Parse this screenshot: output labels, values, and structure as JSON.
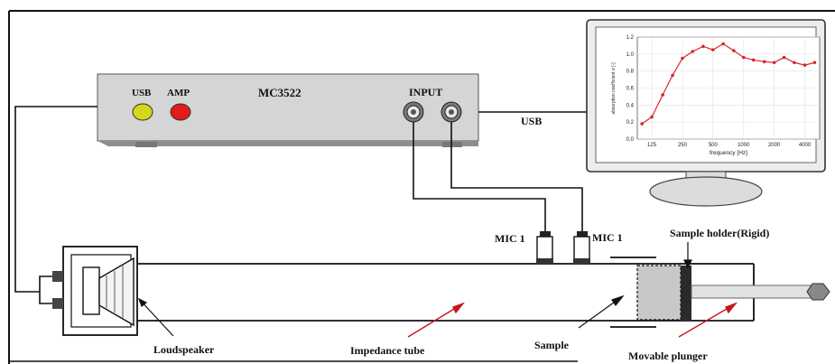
{
  "device": {
    "model": "MC3522",
    "usb_label": "USB",
    "amp_label": "AMP",
    "input_label": "INPUT",
    "usb_led_color": "#d6d61a",
    "amp_led_color": "#e21b1b"
  },
  "cable_usb_label": "USB",
  "labels": {
    "mic_left": "MIC 1",
    "mic_right": "MIC 1",
    "sample_holder": "Sample holder(Rigid)",
    "loudspeaker": "Loudspeaker",
    "impedance_tube": "Impedance tube",
    "sample": "Sample",
    "movable_plunger": "Movable plunger"
  },
  "chart_data": {
    "type": "line",
    "xlabel": "frequency [Hz]",
    "ylabel": "absorption coefficient α [-]",
    "x_ticks": [
      "125",
      "250",
      "500",
      "1000",
      "2000",
      "4000"
    ],
    "y_ticks": [
      "0.0",
      "0.2",
      "0.4",
      "0.6",
      "0.8",
      "1.0",
      "1.2"
    ],
    "ylim": [
      0,
      1.2
    ],
    "x_scale": "log",
    "color": "#d8262b",
    "series": [
      {
        "x": [
          100,
          125,
          160,
          200,
          250,
          315,
          400,
          500,
          630,
          800,
          1000,
          1250,
          1600,
          2000,
          2500,
          3150,
          4000,
          5000
        ],
        "values": [
          0.18,
          0.26,
          0.52,
          0.75,
          0.95,
          1.03,
          1.09,
          1.05,
          1.12,
          1.04,
          0.96,
          0.93,
          0.91,
          0.9,
          0.96,
          0.9,
          0.87,
          0.9
        ]
      }
    ]
  }
}
